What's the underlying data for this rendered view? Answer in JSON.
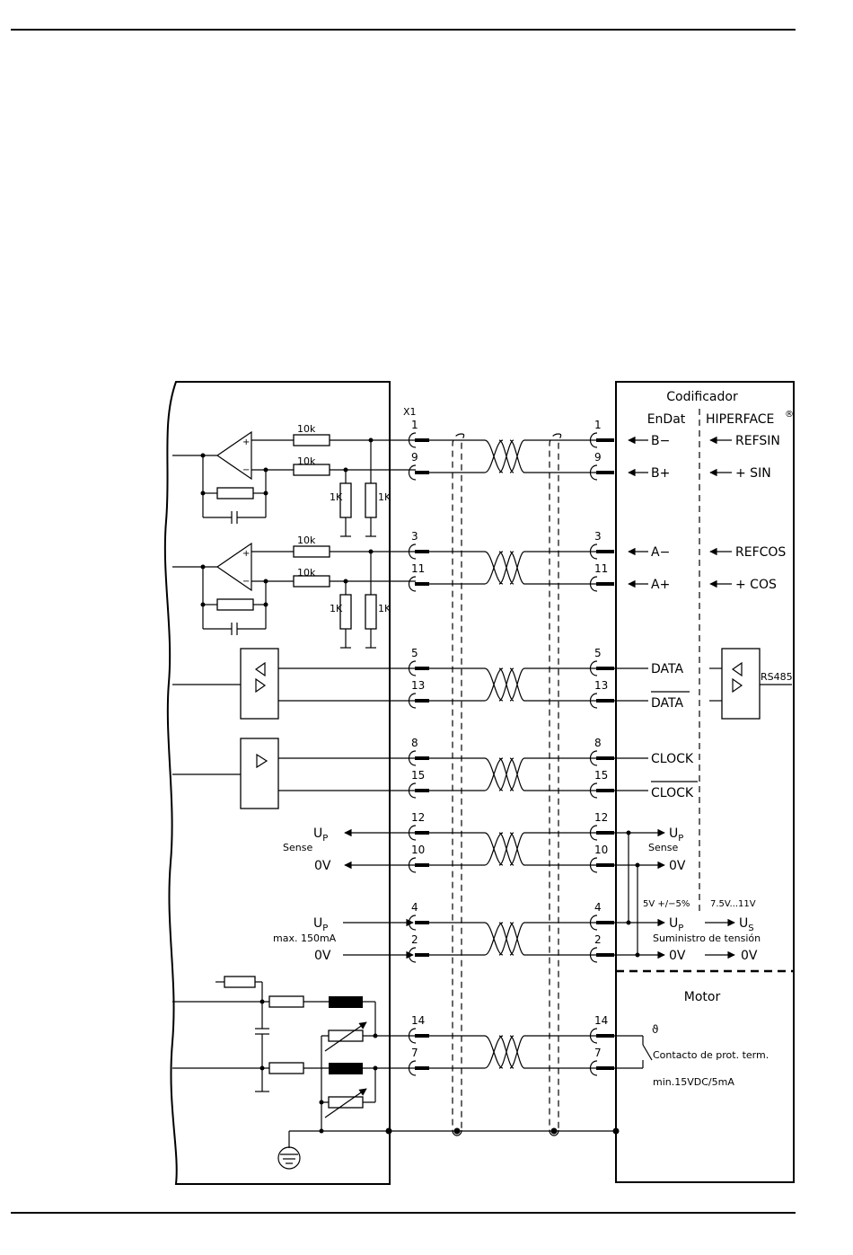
{
  "connector_label": "X1",
  "encoder": {
    "title": "Codificador",
    "col_endat": "EnDat",
    "col_hiperface": "HIPERFACE",
    "registered_mark": "®",
    "rs485_label": "RS485"
  },
  "resistors": {
    "r10k": "10k",
    "r1k": "1K"
  },
  "pins_left": [
    "1",
    "9",
    "3",
    "11",
    "5",
    "13",
    "8",
    "15",
    "12",
    "10",
    "4",
    "2",
    "14",
    "7"
  ],
  "pins_right": [
    "1",
    "9",
    "3",
    "11",
    "5",
    "13",
    "8",
    "15",
    "12",
    "10",
    "4",
    "2",
    "14",
    "7"
  ],
  "signals_endat": {
    "b_minus": "B−",
    "b_plus": "B+",
    "a_minus": "A−",
    "a_plus": "A+",
    "data": "DATA",
    "data_bar": "DATA",
    "clock": "CLOCK",
    "clock_bar": "CLOCK"
  },
  "signals_hiperface": {
    "refsin": "REFSIN",
    "sin": "+ SIN",
    "refcos": "REFCOS",
    "cos": "+ COS"
  },
  "left_labels": {
    "up_sense_main": "U",
    "up_sense_sub": "P",
    "sense": "Sense",
    "ov_sense": "0V",
    "up_supply_main": "U",
    "up_supply_sub": "P",
    "max_current": "max. 150mA",
    "ov_supply": "0V"
  },
  "right_labels": {
    "up_sense_main": "U",
    "up_sense_sub": "P",
    "sense": "Sense",
    "ov_sense": "0V",
    "tolerance_endat": "5V +/−5%",
    "voltage_hiperface": "7.5V...11V",
    "up_supply_main": "U",
    "up_supply_sub": "P",
    "us_main": "U",
    "us_sub": "S",
    "supply_caption": "Suministro de tensión",
    "ov_endat": "0V",
    "ov_hiperface": "0V"
  },
  "motor": {
    "title": "Motor",
    "thermal_contact": "Contacto de prot. term.",
    "thermal_rating": "min.15VDC/5mA",
    "theta_symbol": "ϑ"
  }
}
